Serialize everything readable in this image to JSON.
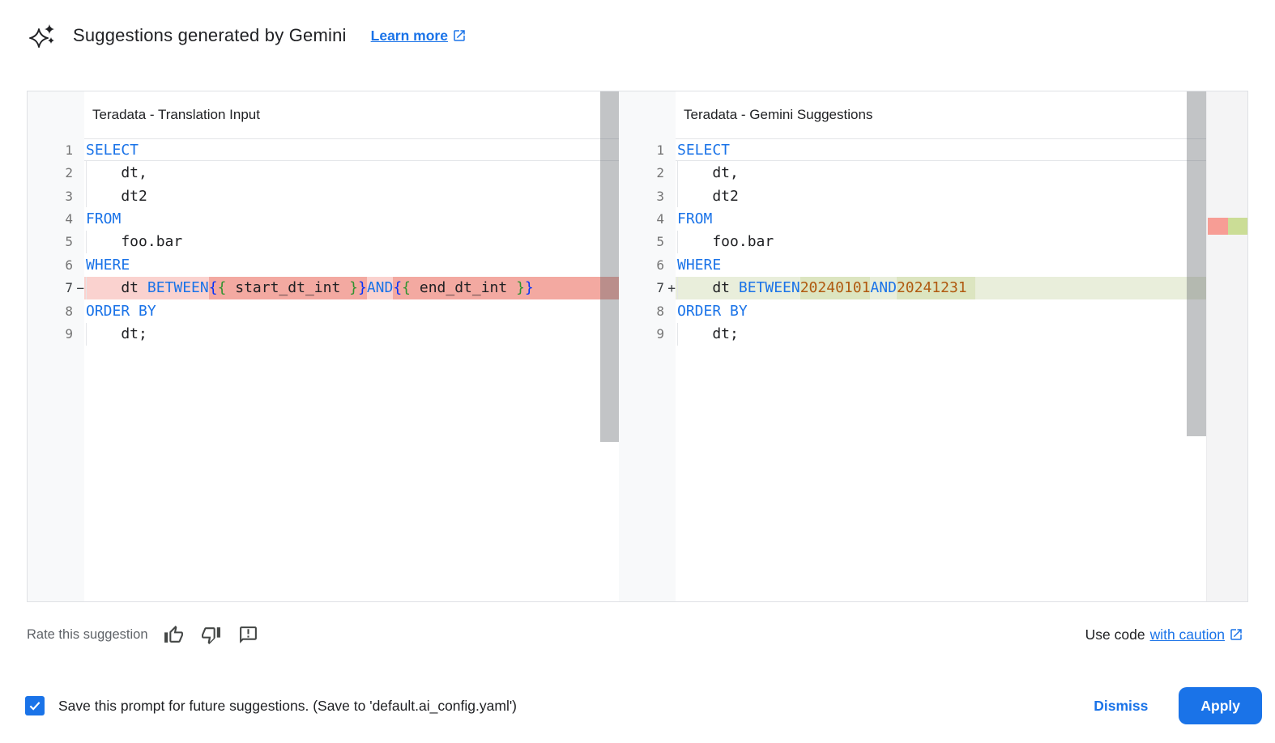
{
  "header": {
    "title": "Suggestions generated by Gemini",
    "learn_more_label": "Learn more",
    "sparkle_icon": "gemini-sparkle-icon",
    "learn_more_icon": "open-in-new-icon"
  },
  "colors": {
    "accent": "#1a73e8",
    "keyword": "#1a73e8",
    "number": "#b05a10",
    "bracket1": "#0431fa",
    "bracket2": "#319331",
    "removed_line": "#fad2cf",
    "removed_word": "#f3a9a1",
    "added_line": "#e9eedb",
    "added_word": "#dce5c0",
    "marker_removed": "#f79d95",
    "marker_added": "#cbdd96"
  },
  "panels": [
    {
      "title": "Teradata - Translation Input",
      "diff_kind": "removed",
      "lines": [
        {
          "num": "1",
          "current": true,
          "tokens": [
            {
              "t": "SELECT",
              "c": "kw"
            }
          ]
        },
        {
          "num": "2",
          "guide": true,
          "tokens": [
            {
              "t": "    dt,",
              "c": "pl"
            }
          ]
        },
        {
          "num": "3",
          "guide": true,
          "tokens": [
            {
              "t": "    dt2",
              "c": "pl"
            }
          ]
        },
        {
          "num": "4",
          "tokens": [
            {
              "t": "FROM",
              "c": "kw"
            }
          ]
        },
        {
          "num": "5",
          "guide": true,
          "tokens": [
            {
              "t": "    foo.bar",
              "c": "pl"
            }
          ]
        },
        {
          "num": "6",
          "tokens": [
            {
              "t": "WHERE",
              "c": "kw"
            }
          ]
        },
        {
          "num": "7",
          "sign": "−",
          "diff": true,
          "guide": true,
          "tokens": [
            {
              "t": "    dt ",
              "c": "pl"
            },
            {
              "t": "BETWEEN",
              "c": "kw"
            },
            {
              "t": " ",
              "c": "pl"
            },
            {
              "t": "{",
              "c": "br1",
              "hl": true
            },
            {
              "t": "{",
              "c": "br2",
              "hl": true
            },
            {
              "t": " start_dt_int ",
              "c": "pl",
              "hl": true
            },
            {
              "t": "}",
              "c": "br2",
              "hl": true
            },
            {
              "t": "}",
              "c": "br1",
              "hl": true
            },
            {
              "t": " ",
              "c": "pl"
            },
            {
              "t": "AND",
              "c": "kw"
            },
            {
              "t": " ",
              "c": "pl"
            },
            {
              "t": "{",
              "c": "br1",
              "hl": true
            },
            {
              "t": "{",
              "c": "br2",
              "hl": true
            },
            {
              "t": " end_dt_int ",
              "c": "pl",
              "hl": true
            },
            {
              "t": "}",
              "c": "br2",
              "hl": true
            },
            {
              "t": "}",
              "c": "br1",
              "hl": true
            },
            {
              "t": "",
              "c": "pl",
              "hl": true,
              "fill": true
            }
          ]
        },
        {
          "num": "8",
          "tokens": [
            {
              "t": "ORDER BY",
              "c": "kw"
            }
          ]
        },
        {
          "num": "9",
          "guide": true,
          "tokens": [
            {
              "t": "    dt;",
              "c": "pl"
            }
          ]
        }
      ]
    },
    {
      "title": "Teradata - Gemini Suggestions",
      "diff_kind": "added",
      "lines": [
        {
          "num": "1",
          "current": true,
          "tokens": [
            {
              "t": "SELECT",
              "c": "kw"
            }
          ]
        },
        {
          "num": "2",
          "guide": true,
          "tokens": [
            {
              "t": "    dt,",
              "c": "pl"
            }
          ]
        },
        {
          "num": "3",
          "guide": true,
          "tokens": [
            {
              "t": "    dt2",
              "c": "pl"
            }
          ]
        },
        {
          "num": "4",
          "tokens": [
            {
              "t": "FROM",
              "c": "kw"
            }
          ]
        },
        {
          "num": "5",
          "guide": true,
          "tokens": [
            {
              "t": "    foo.bar",
              "c": "pl"
            }
          ]
        },
        {
          "num": "6",
          "tokens": [
            {
              "t": "WHERE",
              "c": "kw"
            }
          ]
        },
        {
          "num": "7",
          "sign": "+",
          "diff": true,
          "guide": true,
          "tokens": [
            {
              "t": "    dt ",
              "c": "pl"
            },
            {
              "t": "BETWEEN",
              "c": "kw"
            },
            {
              "t": " ",
              "c": "pl"
            },
            {
              "t": "20240101",
              "c": "num",
              "hl": true
            },
            {
              "t": " ",
              "c": "pl"
            },
            {
              "t": "AND",
              "c": "kw"
            },
            {
              "t": " ",
              "c": "pl"
            },
            {
              "t": "20241231 ",
              "c": "num",
              "hl": true
            }
          ]
        },
        {
          "num": "8",
          "tokens": [
            {
              "t": "ORDER BY",
              "c": "kw"
            }
          ]
        },
        {
          "num": "9",
          "guide": true,
          "tokens": [
            {
              "t": "    dt;",
              "c": "pl"
            }
          ]
        }
      ]
    }
  ],
  "footer": {
    "rate_label": "Rate this suggestion",
    "rate_icons": [
      "thumb-up-icon",
      "thumb-down-icon",
      "feedback-icon"
    ],
    "use_code_label": "Use code",
    "caution_link_label": "with caution",
    "caution_link_icon": "open-in-new-icon"
  },
  "action_bar": {
    "save_checkbox_checked": true,
    "save_label": "Save this prompt for future suggestions. (Save to 'default.ai_config.yaml')",
    "dismiss_label": "Dismiss",
    "apply_label": "Apply"
  }
}
